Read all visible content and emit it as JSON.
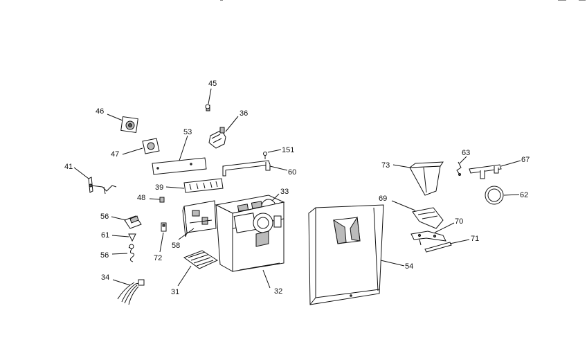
{
  "diagram": {
    "callouts": {
      "c31": "31",
      "c32": "32",
      "c33": "33",
      "c34": "34",
      "c36": "36",
      "c39": "39",
      "c41": "41",
      "c45": "45",
      "c46": "46",
      "c47": "47",
      "c48": "48",
      "c53": "53",
      "c54": "54",
      "c56a": "56",
      "c56b": "56",
      "c58": "58",
      "c60": "60",
      "c61": "61",
      "c62": "62",
      "c63": "63",
      "c67": "67",
      "c69": "69",
      "c70": "70",
      "c71": "71",
      "c72": "72",
      "c73": "73",
      "c151": "151"
    }
  }
}
